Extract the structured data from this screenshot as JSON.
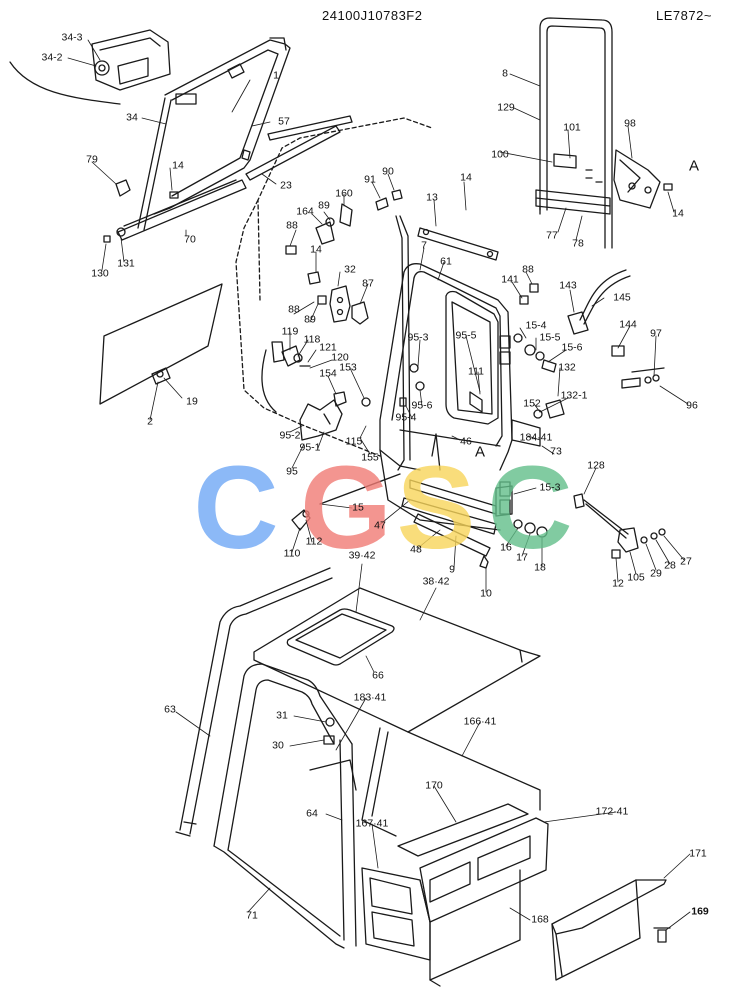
{
  "header": {
    "document_code": "24100J10783F2",
    "reference_code": "LE7872~"
  },
  "watermark": {
    "letters": [
      "C",
      "G",
      "S",
      "C"
    ],
    "colors": [
      "#6fa8f5",
      "#f07a74",
      "#f7d45a",
      "#62be8a"
    ]
  },
  "view_marker": "A",
  "callouts": [
    "34-3",
    "34-2",
    "1",
    "34",
    "57",
    "79",
    "14",
    "23",
    "70",
    "130",
    "131",
    "8",
    "129",
    "101",
    "100",
    "98",
    "A",
    "14",
    "77",
    "78",
    "91",
    "90",
    "160",
    "164",
    "89",
    "88",
    "14",
    "32",
    "87",
    "88",
    "89",
    "13",
    "14",
    "7",
    "61",
    "141",
    "88",
    "143",
    "145",
    "119",
    "118",
    "121",
    "120",
    "154",
    "153",
    "95-3",
    "95-5",
    "15-4",
    "15-5",
    "15-6",
    "144",
    "97",
    "111",
    "95-6",
    "132",
    "132-1",
    "152",
    "96",
    "95-4",
    "115",
    "95-2",
    "95-1",
    "46",
    "184·41",
    "155",
    "95",
    "A",
    "73",
    "128",
    "15-3",
    "15",
    "47",
    "16",
    "17",
    "18",
    "48",
    "9",
    "10",
    "110",
    "112",
    "105",
    "29",
    "28",
    "27",
    "12",
    "39·42",
    "38·42",
    "66",
    "63",
    "183·41",
    "31",
    "30",
    "166·41",
    "170",
    "64",
    "167·41",
    "172·41",
    "71",
    "171",
    "168",
    "169",
    "2",
    "19"
  ]
}
